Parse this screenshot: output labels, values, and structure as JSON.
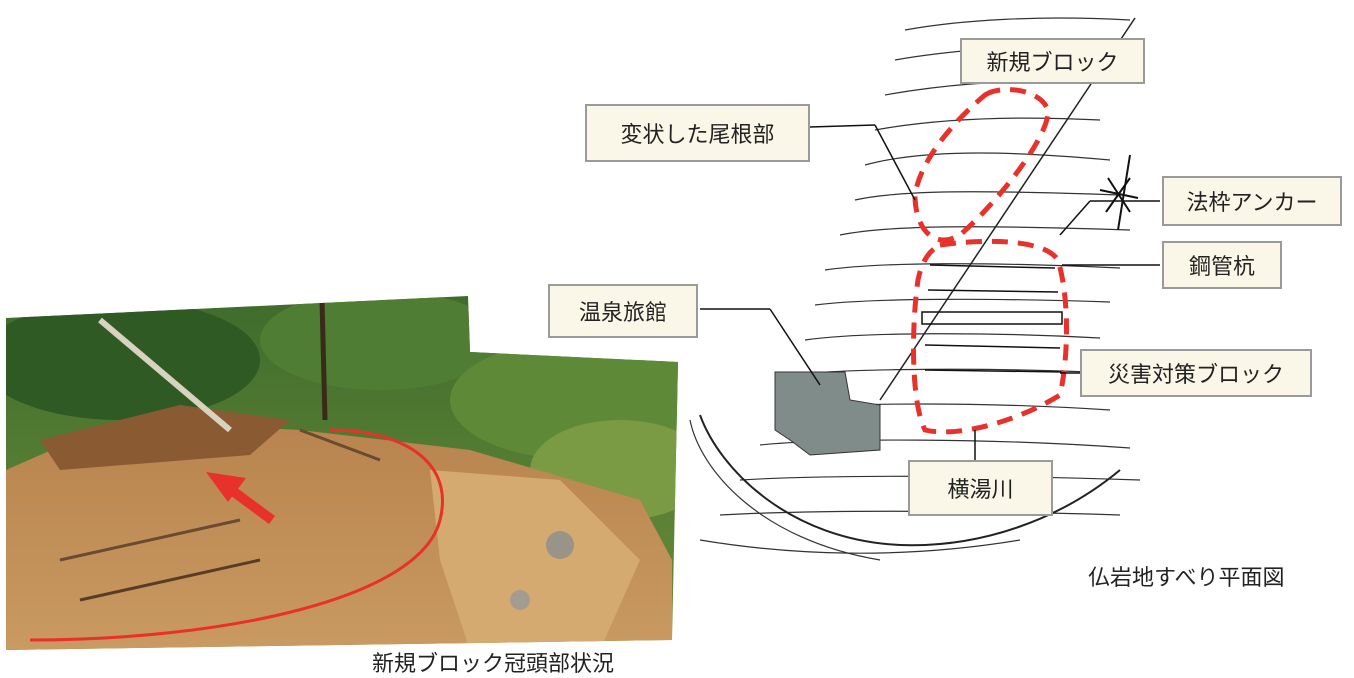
{
  "photo": {
    "caption": "新規ブロック冠頭部状況"
  },
  "map": {
    "caption": "仏岩地すべり平面図",
    "labels": {
      "new_block": "新規ブロック",
      "ridge": "変状した尾根部",
      "anchor": "法枠アンカー",
      "pile": "鋼管杭",
      "ryokan": "温泉旅館",
      "disaster_block": "災害対策ブロック",
      "river": "横湯川"
    }
  },
  "colors": {
    "boundary_red": "#e8312a",
    "label_bg": "#fbf7e8",
    "building_fill": "#7f8c8a"
  }
}
